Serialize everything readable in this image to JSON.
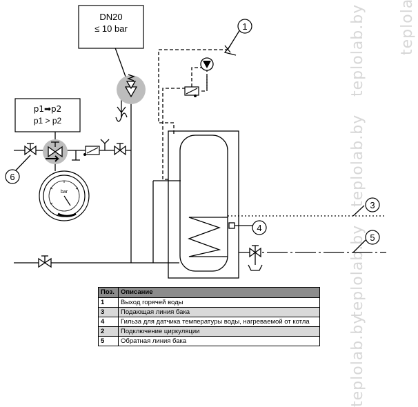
{
  "watermarks": [
    "teplolab.by",
    "teplolab.by",
    "teplolab.by",
    "teplolab.by",
    "teplolab.by"
  ],
  "valve_box": {
    "line1": "DN20",
    "line2": "≤ 10 bar"
  },
  "pressure_box": {
    "line1": "p1➡p2",
    "line2": "p1 > p2"
  },
  "gauge_unit": "bar",
  "callouts": [
    "1",
    "3",
    "4",
    "5",
    "6"
  ],
  "legend": {
    "header_pos": "Поз.",
    "header_desc": "Описание",
    "rows": [
      {
        "pos": "1",
        "desc": "Выход горячей воды"
      },
      {
        "pos": "3",
        "desc": "Подающая линия бака"
      },
      {
        "pos": "4",
        "desc": "Гильза для датчика температуры воды, нагреваемой от котла"
      },
      {
        "pos": "2",
        "desc": "Подключение циркуляции"
      },
      {
        "pos": "5",
        "desc": "Обратная линия бака"
      }
    ]
  }
}
